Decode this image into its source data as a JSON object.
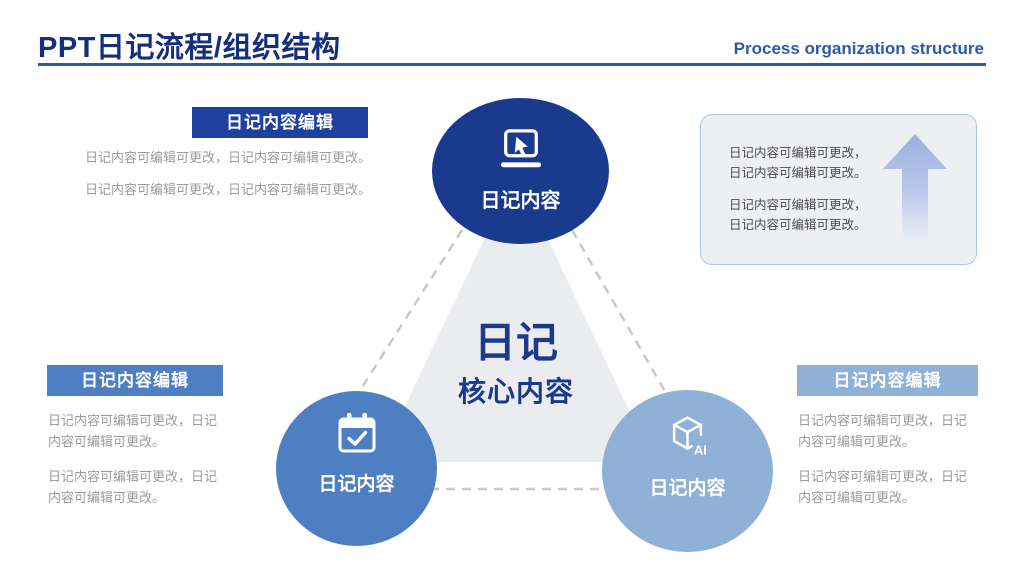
{
  "header": {
    "title": "PPT日记流程/组织结构",
    "subtitle": "Process organization structure"
  },
  "colors": {
    "title_navy": "#142f7d",
    "accent_blue": "#2d59ab",
    "badge_navy": "#1d419c",
    "node_navy": "#1a3a8e",
    "node_mid_blue": "#4d7fc2",
    "node_light_blue": "#90b1d6",
    "body_gray": "#9b9b9b",
    "panel_bg": "#edeff3",
    "panel_border": "#a9c7e6",
    "triangle_gray": "#ebecef"
  },
  "sections": {
    "top_left": {
      "badge": "日记内容编辑",
      "lines": [
        "日记内容可编辑可更改，日记内容可编辑可更改。",
        "日记内容可编辑可更改，日记内容可编辑可更改。"
      ]
    },
    "bottom_left": {
      "badge": "日记内容编辑",
      "paragraphs": [
        "日记内容可编辑可更改，日记内容可编辑可更改。",
        "日记内容可编辑可更改，日记内容可编辑可更改。"
      ]
    },
    "bottom_right": {
      "badge": "日记内容编辑",
      "paragraphs": [
        "日记内容可编辑可更改，日记内容可编辑可更改。",
        "日记内容可编辑可更改，日记内容可编辑可更改。"
      ]
    },
    "right_panel": {
      "lines": [
        "日记内容可编辑可更改，",
        "日记内容可编辑可更改。",
        "日记内容可编辑可更改，",
        "日记内容可编辑可更改。"
      ]
    }
  },
  "diagram": {
    "center": {
      "title": "日记",
      "subtitle": "核心内容"
    },
    "nodes": [
      {
        "id": "top",
        "label": "日记内容",
        "icon": "laptop-cursor-icon"
      },
      {
        "id": "bottom_left",
        "label": "日记内容",
        "icon": "calendar-check-icon"
      },
      {
        "id": "bottom_right",
        "label": "日记内容",
        "icon": "ai-cube-icon",
        "icon_text": "AI"
      }
    ]
  }
}
